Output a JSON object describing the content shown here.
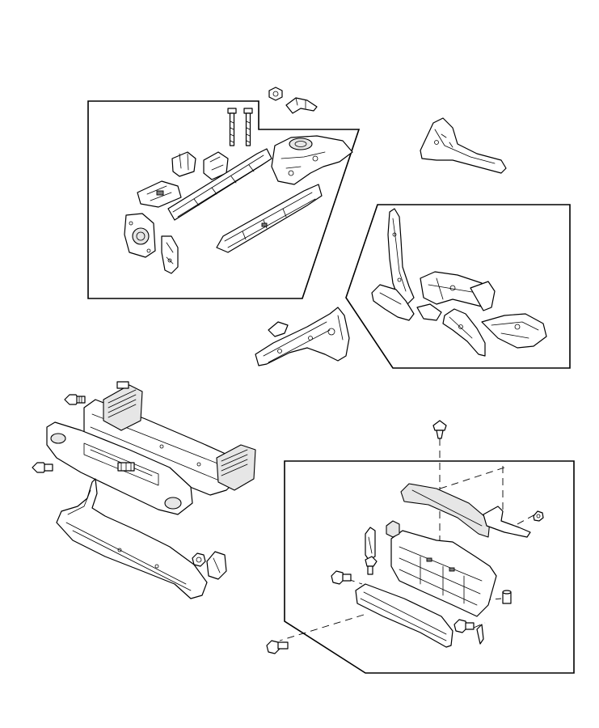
{
  "diagram": {
    "background": "#ffffff",
    "line_color": "#000000",
    "detail_groups": [
      "top-left-frame-rails",
      "right-middle-frame-cradle",
      "bottom-right-frame-crossmember"
    ]
  }
}
